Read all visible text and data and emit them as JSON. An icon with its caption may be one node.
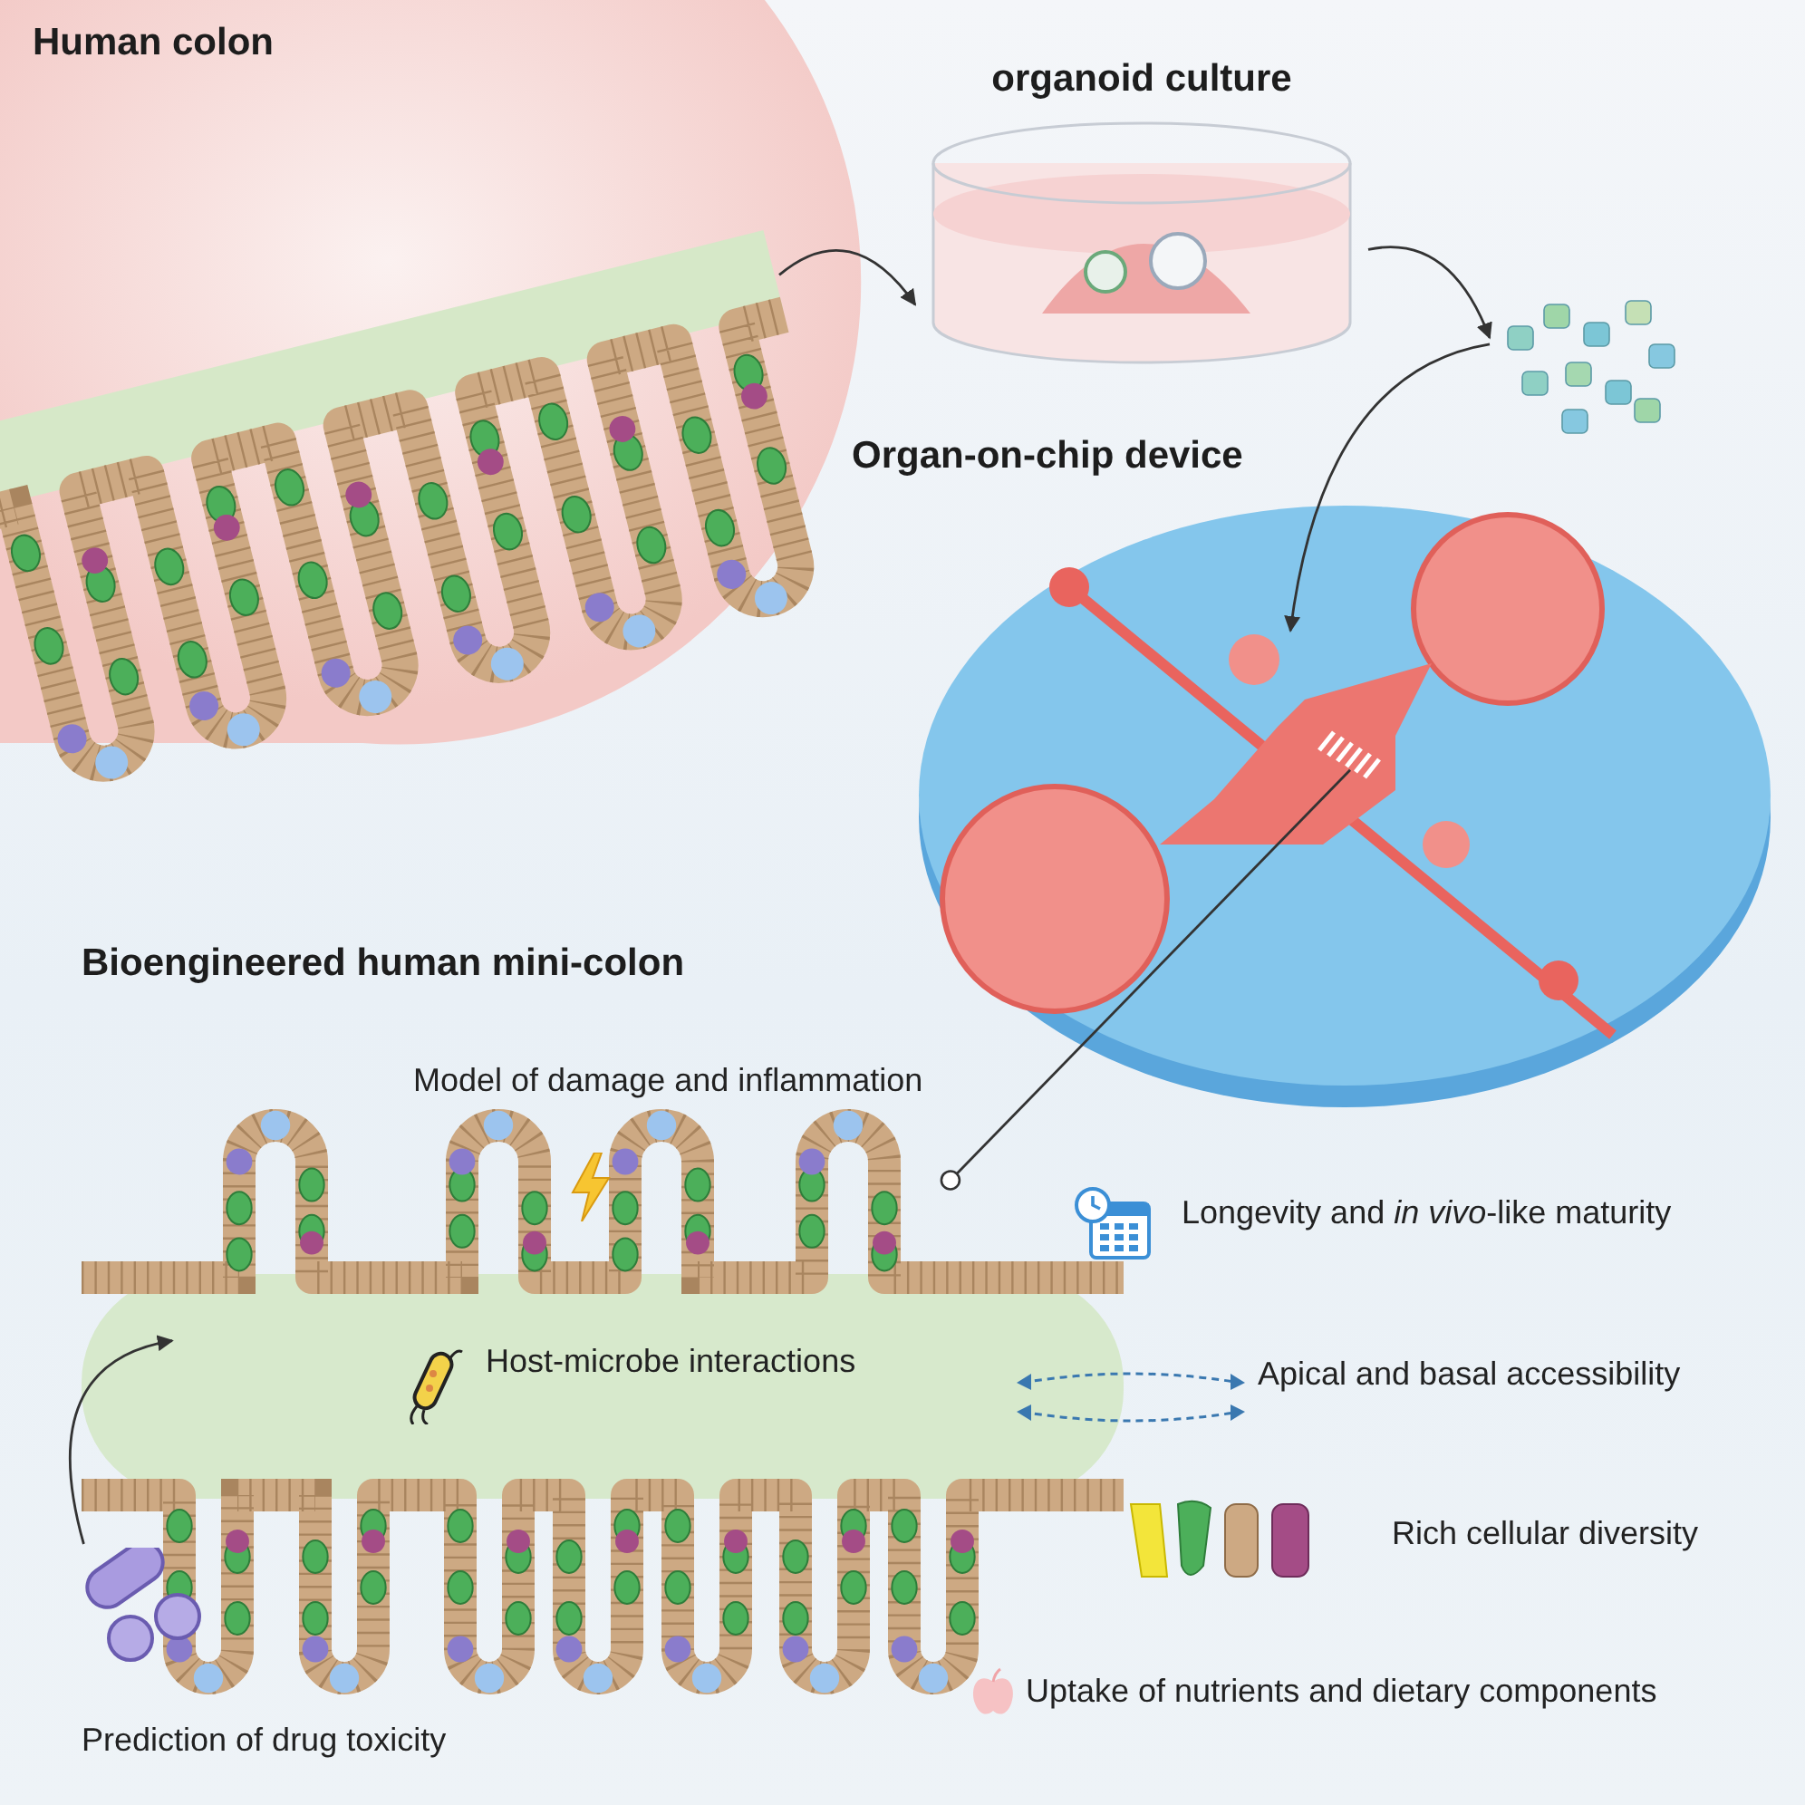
{
  "diagram": {
    "nodes": [
      {
        "text": [
          "Human colon"
        ]
      },
      {
        "text": [
          "organoid culture"
        ]
      },
      {
        "text": [],
        "shape": "picture"
      },
      {
        "text": [
          "Organ-on-chip device"
        ]
      },
      {
        "text": [
          "Bioengineered human mini-colon"
        ]
      },
      {
        "text": [
          "Prediction of drug toxicity"
        ]
      }
    ],
    "edges": [
      {
        "from": 0,
        "to": 1,
        "arrow": "to"
      },
      {
        "from": 1,
        "to": 2,
        "arrow": "to"
      },
      {
        "from": 2,
        "to": 3,
        "arrow": "to"
      },
      {
        "from": 3,
        "to": 4,
        "arrow": "other"
      },
      {
        "from": 5,
        "to": 4,
        "arrow": "to"
      }
    ],
    "labels": [
      "Model of damage and inflammation",
      "Host-microbe interactions",
      "Longevity and *in vivo*-like maturity",
      "Apical and basal accessibility",
      "Rich cellular diversity",
      "Uptake of nutrients and dietary components"
    ]
  }
}
